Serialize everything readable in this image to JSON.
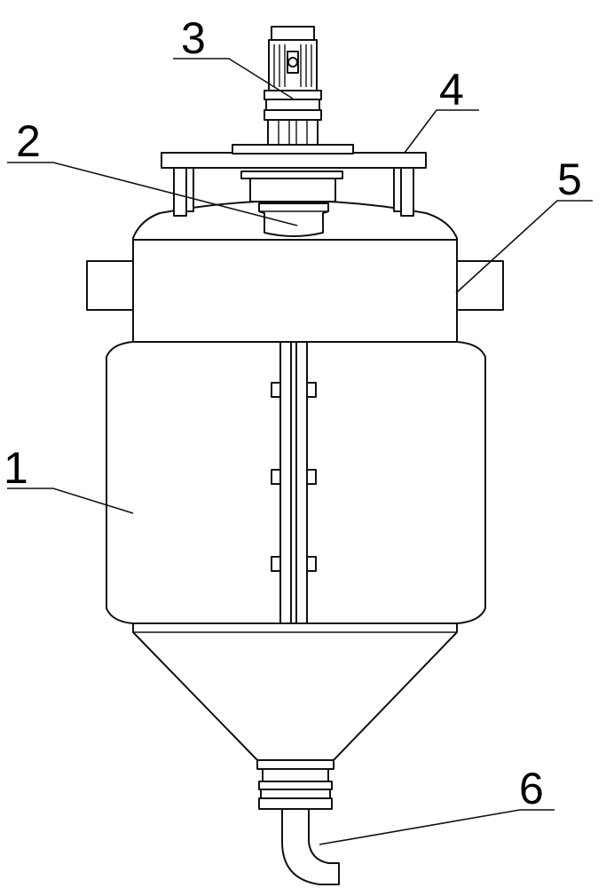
{
  "labels": {
    "mixing_tank": "1",
    "tank_top_flange": "2",
    "drive_motor": "3",
    "support_frame": "4",
    "side_lug": "5",
    "discharge_pipe": "6"
  },
  "colors": {
    "stroke": "#111111",
    "background": "#ffffff"
  }
}
